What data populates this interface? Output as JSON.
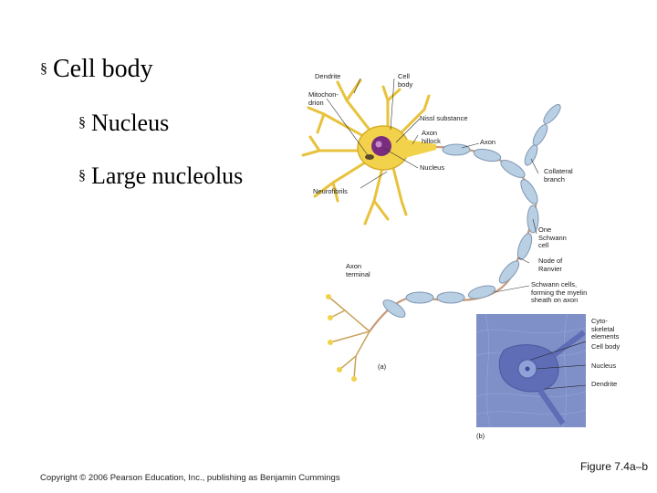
{
  "bullets": [
    {
      "marker": "§",
      "text": "Cell body"
    },
    {
      "marker": "§",
      "text": "Nucleus"
    },
    {
      "marker": "§",
      "text": "Large nucleolus"
    }
  ],
  "figure": {
    "labels": {
      "dendrite": "Dendrite",
      "cell_body": "Cell\nbody",
      "mitochondrion": "Mitochon-\ndrion",
      "nissl": "Nissl substance",
      "axon_hillock": "Axon\nhillock",
      "axon": "Axon",
      "nucleus": "Nucleus",
      "neurofibrils": "Neurofibrils",
      "collateral": "Collateral\nbranch",
      "schwann_cell": "One\nSchwann\ncell",
      "node": "Node of\nRanvier",
      "axon_terminal": "Axon\nterminal",
      "schwann_sheath": "Schwann cells,\nforming the myelin\nsheath on axon",
      "panel_a": "(a)",
      "panel_b": "(b)",
      "b_cytoskeletal": "Cyto-\nskeletal\nelements",
      "b_cell_body": "Cell body",
      "b_nucleus": "Nucleus",
      "b_dendrite": "Dendrite"
    },
    "colors": {
      "soma": "#f2d24a",
      "nucleus": "#7a2d7f",
      "myelin": "#b9cfe3",
      "micrograph": "#7f8fc8"
    }
  },
  "footer": {
    "copyright": "Copyright © 2006 Pearson Education, Inc., publishing as Benjamin Cummings",
    "figure_ref": "Figure 7.4a–b"
  }
}
